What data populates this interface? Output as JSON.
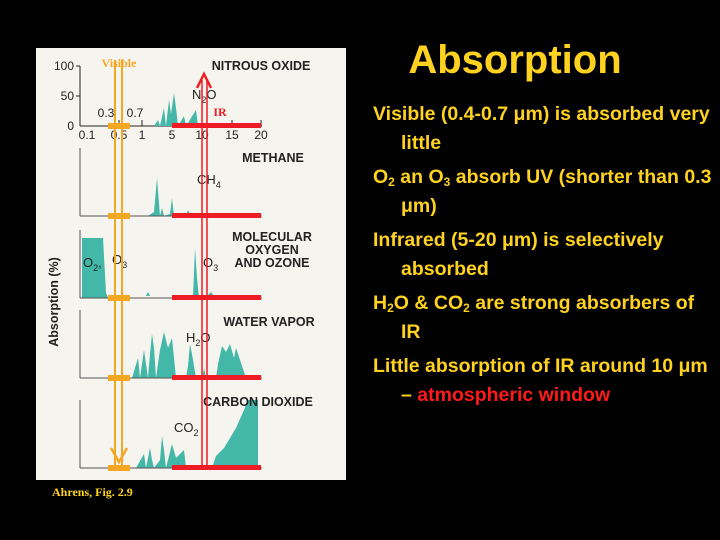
{
  "slide": {
    "title": "Absorption",
    "credit": "Ahrens, Fig. 2.9"
  },
  "bullets": [
    {
      "parts": [
        "Visible (0.4-0.7 μm) is absorbed very little"
      ]
    },
    {
      "parts": [
        "O",
        "2",
        " an O",
        "3",
        " absorb UV (shorter than 0.3 μm)"
      ]
    },
    {
      "parts": [
        "Infrared (5-20 μm) is selectively absorbed"
      ]
    },
    {
      "parts": [
        "H",
        "2",
        "O & CO",
        "2",
        " are strong absorbers of IR"
      ]
    },
    {
      "parts": [
        "Little absorption of IR around 10 μm – ",
        "atmospheric window"
      ]
    }
  ],
  "figure": {
    "yaxis_label": "Absorption (%)",
    "yticks": [
      "100",
      "50",
      "0"
    ],
    "xticks": [
      "0.1",
      "0.5",
      "1",
      "5",
      "10",
      "15",
      "20"
    ],
    "xtick_annot": [
      "0.3",
      "0.7"
    ],
    "visible_label": "Visible",
    "ir_label": "IR",
    "colors": {
      "fill": "#43b7a8",
      "visible": "#f5a623",
      "ir": "#ee1c24",
      "panel": "#f6f4ee",
      "text": "#ffd21f",
      "highlight": "#ff1a1a"
    },
    "panels": [
      {
        "title": [
          "NITROUS OXIDE"
        ],
        "labels": [
          {
            "main": "N",
            "sub": "2",
            "tail": "O"
          }
        ]
      },
      {
        "title": [
          "METHANE"
        ],
        "labels": [
          {
            "main": "CH",
            "sub": "4",
            "tail": ""
          }
        ]
      },
      {
        "title": [
          "MOLECULAR",
          "OXYGEN",
          "AND OZONE"
        ],
        "labels": [
          {
            "main": "O",
            "sub": "2",
            "tail": ","
          },
          {
            "main": "O",
            "sub": "3",
            "tail": ""
          },
          {
            "main": "O",
            "sub": "3",
            "tail": ""
          }
        ]
      },
      {
        "title": [
          "WATER VAPOR"
        ],
        "labels": [
          {
            "main": "H",
            "sub": "2",
            "tail": "O"
          }
        ]
      },
      {
        "title": [
          "CARBON DIOXIDE"
        ],
        "labels": [
          {
            "main": "CO",
            "sub": "2",
            "tail": ""
          }
        ]
      }
    ]
  }
}
